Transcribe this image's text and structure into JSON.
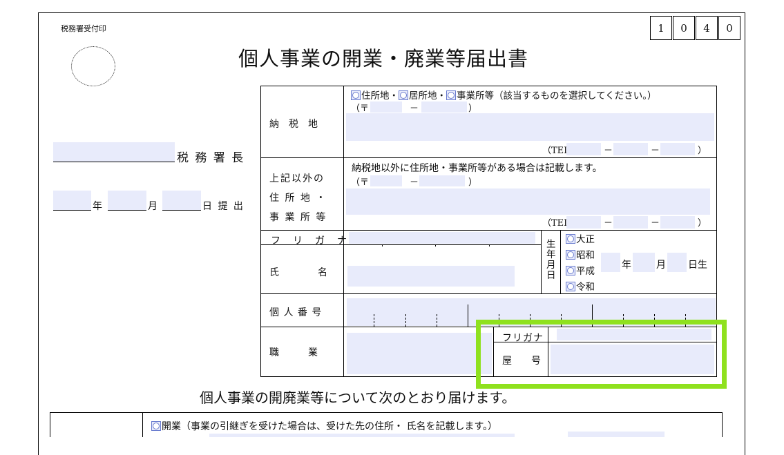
{
  "header": {
    "seal_label": "税務署受付印",
    "form_code": [
      "1",
      "0",
      "4",
      "0"
    ],
    "title": "個人事業の開業・廃業等届出書"
  },
  "left": {
    "tax_office_suffix": "税 務 署 長",
    "year": "年",
    "month": "月",
    "day_submit": "日 提 出"
  },
  "rows": {
    "tax_place": {
      "label": "納　税　地",
      "options_text": "住所地・",
      "opt2": "居所地・",
      "opt3": "事業所等（該当するものを選択してください。）",
      "postal_open": "（〒",
      "dash": "－",
      "close": "）",
      "tel_open": "（TEL",
      "tel_dash1": "－",
      "tel_dash2": "－",
      "tel_close": "）"
    },
    "other_address": {
      "label_line1": "上記以外の",
      "label_line2": "住 所 地 ・",
      "label_line3": "事 業 所 等",
      "note": "納税地以外に住所地・事業所等がある場合は記載します。",
      "postal_open": "（〒",
      "dash": "－",
      "close": "）",
      "tel_open": "（TEL",
      "tel_dash1": "－",
      "tel_dash2": "－",
      "tel_close": "）"
    },
    "name": {
      "furigana_label": "フ　リ　ガ　ナ",
      "label": "氏　　　　名",
      "birth_label": "生年月日",
      "eras": [
        "大正",
        "昭和",
        "平成",
        "令和"
      ],
      "year": "年",
      "month": "月",
      "day_birth": "日生"
    },
    "my_number": {
      "label": "個 人 番 号"
    },
    "occupation": {
      "label": "職　　　業",
      "furigana_label": "フリガナ",
      "trade_name_label": "屋　　号"
    }
  },
  "statement": "個人事業の開廃業等について次のとおり届けます。",
  "bottom": {
    "open_label": "開業",
    "open_note": "（事業の引継ぎを受けた場合は、受けた先の住所・ 氏名を記載します。）"
  },
  "colors": {
    "field_fill": "#e8ebfb",
    "highlight": "#8fe11e"
  }
}
